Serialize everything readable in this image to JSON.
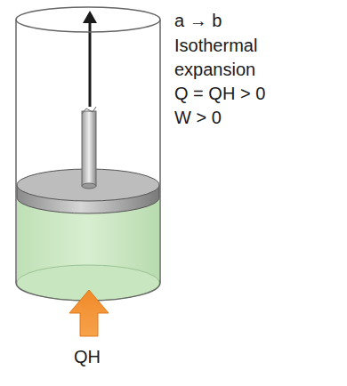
{
  "diagram": {
    "labels": [
      "a → b",
      "Isothermal expansion",
      "Q = QH > 0",
      "W > 0",
      "QH"
    ]
  }
}
